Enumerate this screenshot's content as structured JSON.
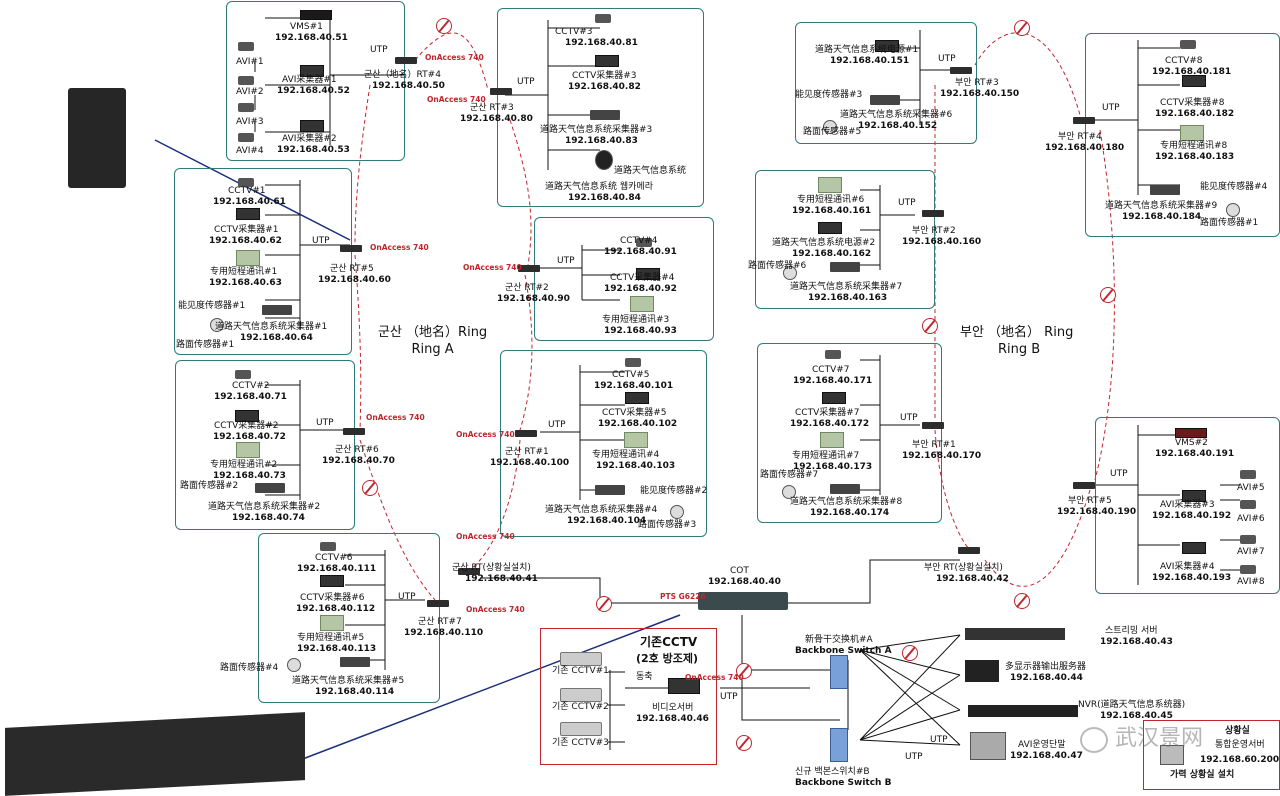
{
  "ring_a": {
    "line1": "군산 （地名）Ring",
    "line2": "Ring A"
  },
  "ring_b": {
    "line1": "부안 （地名） Ring",
    "line2": "Ring B"
  },
  "onaccess": "OnAccess 740",
  "utp": "UTP",
  "pts": "PTS G6226",
  "nodes": {
    "rt4_gunsan": {
      "name": "군산（地名）RT#4",
      "ip": "192.168.40.50"
    },
    "rt3_gunsan": {
      "name": "군산 RT#3",
      "ip": "192.168.40.80"
    },
    "rt5_gunsan": {
      "name": "군산 RT#5",
      "ip": "192.168.40.60"
    },
    "rt2_gunsan": {
      "name": "군산 RT#2",
      "ip": "192.168.40.90"
    },
    "rt6_gunsan": {
      "name": "군산 RT#6",
      "ip": "192.168.40.70"
    },
    "rt1_gunsan": {
      "name": "군산 RT#1",
      "ip": "192.168.40.100"
    },
    "rt7_gunsan": {
      "name": "군산 RT#7",
      "ip": "192.168.40.110"
    },
    "rt_gunsan_ctrl": {
      "name": "군산 RT(상황실설치)",
      "ip": "192.168.40.41"
    },
    "cot": {
      "name": "COT",
      "ip": "192.168.40.40"
    },
    "rt_buan_ctrl": {
      "name": "부안 RT(상황실설치)",
      "ip": "192.168.40.42"
    },
    "rt3_buan": {
      "name": "부안 RT#3",
      "ip": "192.168.40.150"
    },
    "rt2_buan": {
      "name": "부안 RT#2",
      "ip": "192.168.40.160"
    },
    "rt1_buan": {
      "name": "부안 RT#1",
      "ip": "192.168.40.170"
    },
    "rt4_buan": {
      "name": "부안 RT#4",
      "ip": "192.168.40.180"
    },
    "rt5_buan": {
      "name": "부안 RT#5",
      "ip": "192.168.40.190"
    }
  },
  "devices": {
    "vms1": {
      "name": "VMS#1",
      "ip": "192.168.40.51"
    },
    "avi1": "AVI#1",
    "avi2": "AVI#2",
    "avi3": "AVI#3",
    "avi4": "AVI#4",
    "avic1": {
      "name": "AVI采集器#1",
      "ip": "192.168.40.52"
    },
    "avic2": {
      "name": "AVI采集器#2",
      "ip": "192.168.40.53"
    },
    "cctv3": {
      "name": "CCTV#3",
      "ip": "192.168.40.81"
    },
    "cctvc3": {
      "name": "CCTV采集器#3",
      "ip": "192.168.40.82"
    },
    "wx3": {
      "name": "道路天气信息系统采集器#3",
      "ip": "192.168.40.83"
    },
    "wxsys": "道路天气信息系统",
    "wxcam": {
      "name": "道路天气信息系统 웹카메라",
      "ip": "192.168.40.84"
    },
    "cctv1": {
      "name": "CCTV#1",
      "ip": "192.168.40.61"
    },
    "cctvc1": {
      "name": "CCTV采集器#1",
      "ip": "192.168.40.62"
    },
    "sr1": {
      "name": "专用短程通讯#1",
      "ip": "192.168.40.63"
    },
    "vis1": "能见度传感器#1",
    "wx1": {
      "name": "道路天气信息系统采集器#1",
      "ip": "192.168.40.64"
    },
    "rs1": "路面传感器#1",
    "cctv4": {
      "name": "CCTV#4",
      "ip": "192.168.40.91"
    },
    "cctvc4": {
      "name": "CCTV采集器#4",
      "ip": "192.168.40.92"
    },
    "sr3": {
      "name": "专用短程通讯#3",
      "ip": "192.168.40.93"
    },
    "cctv2": {
      "name": "CCTV#2",
      "ip": "192.168.40.71"
    },
    "cctvc2": {
      "name": "CCTV采集器#2",
      "ip": "192.168.40.72"
    },
    "sr2": {
      "name": "专用短程通讯#2",
      "ip": "192.168.40.73"
    },
    "rs2": "路面传感器#2",
    "wx2": {
      "name": "道路天气信息系统采集器#2",
      "ip": "192.168.40.74"
    },
    "cctv5": {
      "name": "CCTV#5",
      "ip": "192.168.40.101"
    },
    "cctvc5": {
      "name": "CCTV采集器#5",
      "ip": "192.168.40.102"
    },
    "sr4": {
      "name": "专用短程通讯#4",
      "ip": "192.168.40.103"
    },
    "vis2": "能见度传感器#2",
    "wx4": {
      "name": "道路天气信息系统采集器#4",
      "ip": "192.168.40.104"
    },
    "rs3": "路面传感器#3",
    "cctv6": {
      "name": "CCTV#6",
      "ip": "192.168.40.111"
    },
    "cctvc6": {
      "name": "CCTV采集器#6",
      "ip": "192.168.40.112"
    },
    "sr5": {
      "name": "专用短程通讯#5",
      "ip": "192.168.40.113"
    },
    "rs4": "路面传感器#4",
    "wx5": {
      "name": "道路天气信息系统采集器#5",
      "ip": "192.168.40.114"
    },
    "wxpw1": {
      "name": "道路天气信息系统电源#1",
      "ip": "192.168.40.151"
    },
    "vis3": "能见度传感器#3",
    "wx6": {
      "name": "道路天气信息系统采集器#6",
      "ip": "192.168.40.152"
    },
    "rs5": "路面传感器#5",
    "sr6": {
      "name": "专用短程通讯#6",
      "ip": "192.168.40.161"
    },
    "wxpw2": {
      "name": "道路天气信息系统电源#2",
      "ip": "192.168.40.162"
    },
    "rs6": "路面传感器#6",
    "wx7": {
      "name": "道路天气信息系统采集器#7",
      "ip": "192.168.40.163"
    },
    "cctv7": {
      "name": "CCTV#7",
      "ip": "192.168.40.171"
    },
    "cctvc7": {
      "name": "CCTV采集器#7",
      "ip": "192.168.40.172"
    },
    "sr7": {
      "name": "专用短程通讯#7",
      "ip": "192.168.40.173"
    },
    "rs7": "路面传感器#7",
    "wx8": {
      "name": "道路天气信息系统采集器#8",
      "ip": "192.168.40.174"
    },
    "cctv8": {
      "name": "CCTV#8",
      "ip": "192.168.40.181"
    },
    "cctvc8": {
      "name": "CCTV采集器#8",
      "ip": "192.168.40.182"
    },
    "sr8": {
      "name": "专用短程通讯#8",
      "ip": "192.168.40.183"
    },
    "vis4": "能见度传感器#4",
    "wx9": {
      "name": "道路天气信息系统采集器#9",
      "ip": "192.168.40.184"
    },
    "rs8": "路面传感器#1",
    "vms2": {
      "name": "VMS#2",
      "ip": "192.168.40.191"
    },
    "avic3": {
      "name": "AVI采集器#3",
      "ip": "192.168.40.192"
    },
    "avic4": {
      "name": "AVI采集器#4",
      "ip": "192.168.40.193"
    },
    "avi5": "AVI#5",
    "avi6": "AVI#6",
    "avi7": "AVI#7",
    "avi8": "AVI#8"
  },
  "legacy": {
    "title1": "기존CCTV",
    "title2": "(2호 방조제)",
    "cam1": "기존 CCTV#1",
    "cam2": "기존 CCTV#2",
    "cam3": "기존 CCTV#3",
    "coax": "동축",
    "vsrv": {
      "name": "비디오서버",
      "ip": "192.168.40.46"
    }
  },
  "backbone": {
    "a_cn": "新骨干交换机#A",
    "a_en": "Backbone Switch A",
    "b_kr": "신규 백본스위치#B",
    "b_en": "Backbone Switch B"
  },
  "servers": {
    "stream": {
      "name": "스트리밍 서버",
      "ip": "192.168.40.43"
    },
    "multi": {
      "name": "多显示器输出服务器",
      "ip": "192.168.40.44"
    },
    "nvr": {
      "name": "NVR(道路天气信息系统器)",
      "ip": "192.168.40.45"
    },
    "avi_op": {
      "name": "AVI운영단말",
      "ip": "192.168.40.47"
    }
  },
  "ctrl_room": {
    "line1": "상황실",
    "line2": "통합운영서버",
    "ip": "192.168.60.200",
    "line4": "가력 상황실 설치"
  },
  "watermark": "武汉景网"
}
